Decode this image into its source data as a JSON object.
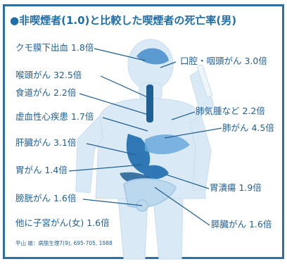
{
  "diagram": {
    "title": "●非喫煙者(1.0)と比較した喫煙者の死亡率(男)",
    "source": "平山 雄：病態生理7(9), 695-705, 1988"
  },
  "labels": {
    "brain": "クモ膜下出血 1.8倍",
    "mouth": "口腔・咽頭がん 3.0倍",
    "larynx": "喉頭がん 32.5倍",
    "esophagus": "食道がん 2.2倍",
    "copd": "肺気腫など 2.2倍",
    "ischemic": "虚血性心疾患 1.7倍",
    "lung": "肺がん 4.5倍",
    "liver": "肝臓がん 3.1倍",
    "stomach": "胃がん 1.4倍",
    "ulcer": "胃潰瘍 1.9倍",
    "bladder": "膀胱がん 1.6倍",
    "uterus": "他に子宮がん(女) 1.6倍",
    "pancreas": "膵臓がん 1.6倍"
  },
  "colors": {
    "frame": "#2e6f9f",
    "text": "#1f5f93",
    "silhouette": "#d9e9f6",
    "organ_dark": "#1f5f93",
    "organ_mid": "#2f78b5",
    "organ_light": "#bcd8ee"
  }
}
